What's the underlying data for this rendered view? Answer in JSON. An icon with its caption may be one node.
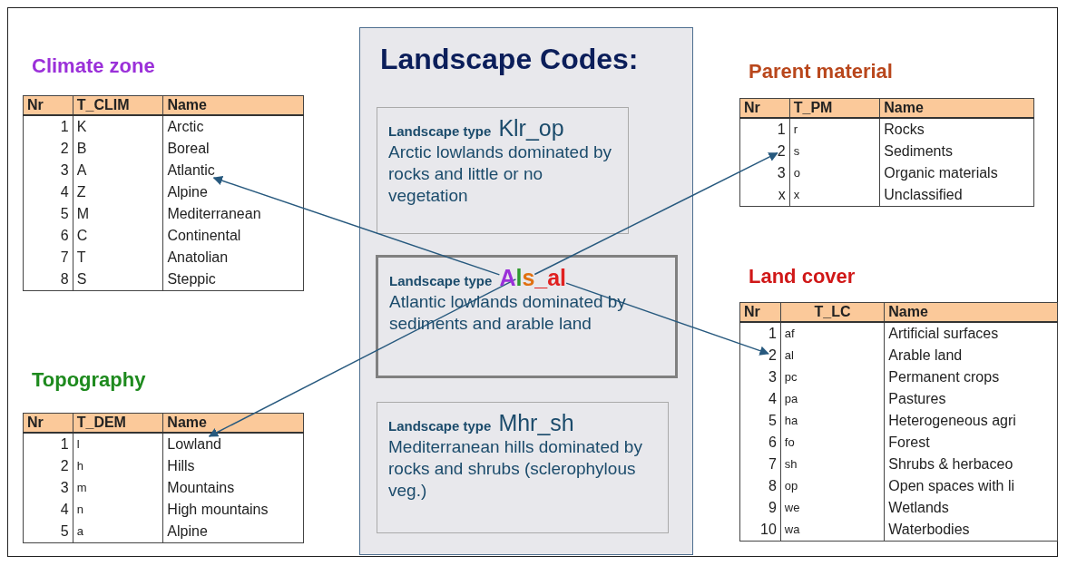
{
  "diagram": {
    "nodes": [
      {
        "text": [
          "Climate zone"
        ]
      },
      {
        "text": [
          "Atlantic"
        ],
        "in": 0
      },
      {
        "text": [
          "Topography"
        ]
      },
      {
        "text": [
          "Lowland"
        ],
        "in": 2
      },
      {
        "text": [
          "Landscape Codes:"
        ]
      },
      {
        "text": [
          "Landscape type",
          "Klr_op",
          "Arctic lowlands dominated by rocks and little or no vegetation"
        ],
        "in": 4
      },
      {
        "text": [
          "Landscape type",
          "Atlantic lowlands dominated by sediments and arable land"
        ],
        "in": 4
      },
      {
        "text": [
          "A"
        ],
        "in": 6
      },
      {
        "text": [
          "l"
        ],
        "in": 6
      },
      {
        "text": [
          "s"
        ],
        "in": 6
      },
      {
        "text": [
          "_al"
        ],
        "in": 6
      },
      {
        "text": [
          "Landscape type",
          "Mhr_sh",
          "Mediterranean hills dominated by rocks and shrubs (sclerophylous veg.)"
        ],
        "in": 4
      },
      {
        "text": [
          "Parent material"
        ]
      },
      {
        "text": [
          "2"
        ],
        "in": 12
      },
      {
        "text": [
          "Land cover"
        ]
      },
      {
        "text": [
          "2"
        ],
        "in": 14
      }
    ],
    "edges": [
      {
        "from": 7,
        "to": 1,
        "arrow": "to"
      },
      {
        "from": 8,
        "to": 3,
        "arrow": "to"
      },
      {
        "from": 9,
        "to": 13,
        "arrow": "to"
      },
      {
        "from": 10,
        "to": 15,
        "arrow": "to"
      }
    ],
    "labels": [
      "Nr",
      "T_CLIM",
      "Name",
      "1",
      "K",
      "Arctic",
      "2",
      "B",
      "Boreal",
      "3",
      "A",
      "4",
      "Z",
      "Alpine",
      "5",
      "M",
      "Mediterranean",
      "6",
      "C",
      "Continental",
      "7",
      "T",
      "Anatolian",
      "8",
      "S",
      "Steppic",
      "Nr",
      "T_DEM",
      "Name",
      "1",
      "l",
      "2",
      "h",
      "Hills",
      "3",
      "m",
      "Mountains",
      "4",
      "n",
      "High mountains",
      "5",
      "a",
      "Alpine",
      "Nr",
      "T_PM",
      "Name",
      "1",
      "r",
      "Rocks",
      "s",
      "Sediments",
      "3",
      "o",
      "Organic materials",
      "x",
      "x",
      "Unclassified",
      "Nr",
      "T_LC",
      "Name",
      "1",
      "af",
      "Artificial surfaces",
      "al",
      "Arable land",
      "3",
      "pc",
      "Permanent crops",
      "4",
      "pa",
      "Pastures",
      "5",
      "ha",
      "Heterogeneous agri",
      "6",
      "fo",
      "Forest",
      "7",
      "sh",
      "Shrubs & herbaceo",
      "8",
      "op",
      "Open spaces with li",
      "9",
      "we",
      "Wetlands",
      "10",
      "wa",
      "Waterbodies"
    ]
  }
}
